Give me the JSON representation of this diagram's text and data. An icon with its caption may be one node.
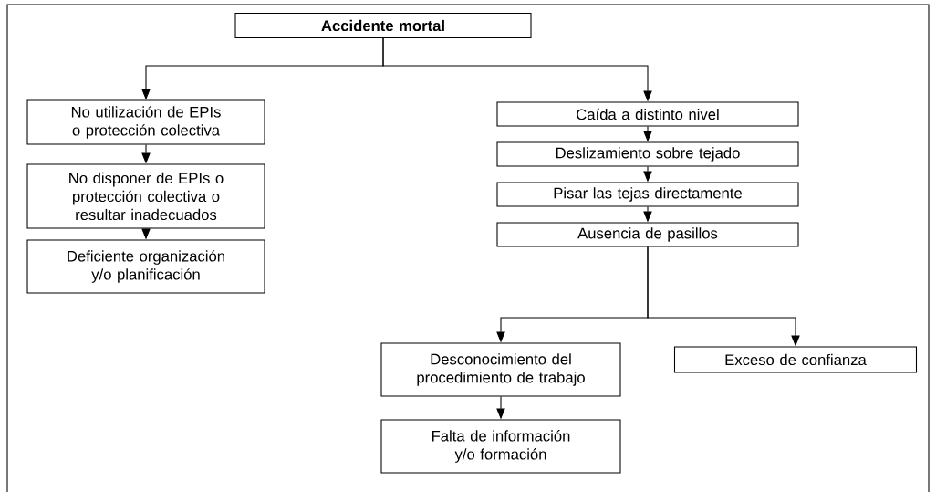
{
  "diagram": {
    "nodes": [
      {
        "text": [
          "Accidente mortal"
        ]
      },
      {
        "text": [
          "No utilización de EPIs o protección colectiva"
        ]
      },
      {
        "text": [
          "No disponer de EPIs o protección colectiva o resultar inadecuados"
        ]
      },
      {
        "text": [
          "Deficiente organización y/o planificación"
        ]
      },
      {
        "text": [
          "Caída a distinto nivel"
        ]
      },
      {
        "text": [
          "Deslizamiento sobre tejado"
        ]
      },
      {
        "text": [
          "Pisar las tejas directamente"
        ]
      },
      {
        "text": [
          "Ausencia de pasillos"
        ]
      },
      {
        "text": [
          "Desconocimiento del procedimiento de trabajo"
        ]
      },
      {
        "text": [
          "Exceso de confianza"
        ]
      },
      {
        "text": [
          "Falta de información y/o formación"
        ]
      }
    ],
    "edges": [
      {
        "from": 0,
        "to": 1,
        "arrow": "to"
      },
      {
        "from": 0,
        "to": 4,
        "arrow": "to"
      },
      {
        "from": 1,
        "to": 2,
        "arrow": "to"
      },
      {
        "from": 2,
        "to": 3,
        "arrow": "to"
      },
      {
        "from": 4,
        "to": 5,
        "arrow": "to"
      },
      {
        "from": 5,
        "to": 6,
        "arrow": "to"
      },
      {
        "from": 6,
        "to": 7,
        "arrow": "to"
      },
      {
        "from": 7,
        "to": 8,
        "arrow": "to"
      },
      {
        "from": 7,
        "to": 9,
        "arrow": "to"
      },
      {
        "from": 8,
        "to": 10,
        "arrow": "to"
      }
    ]
  }
}
